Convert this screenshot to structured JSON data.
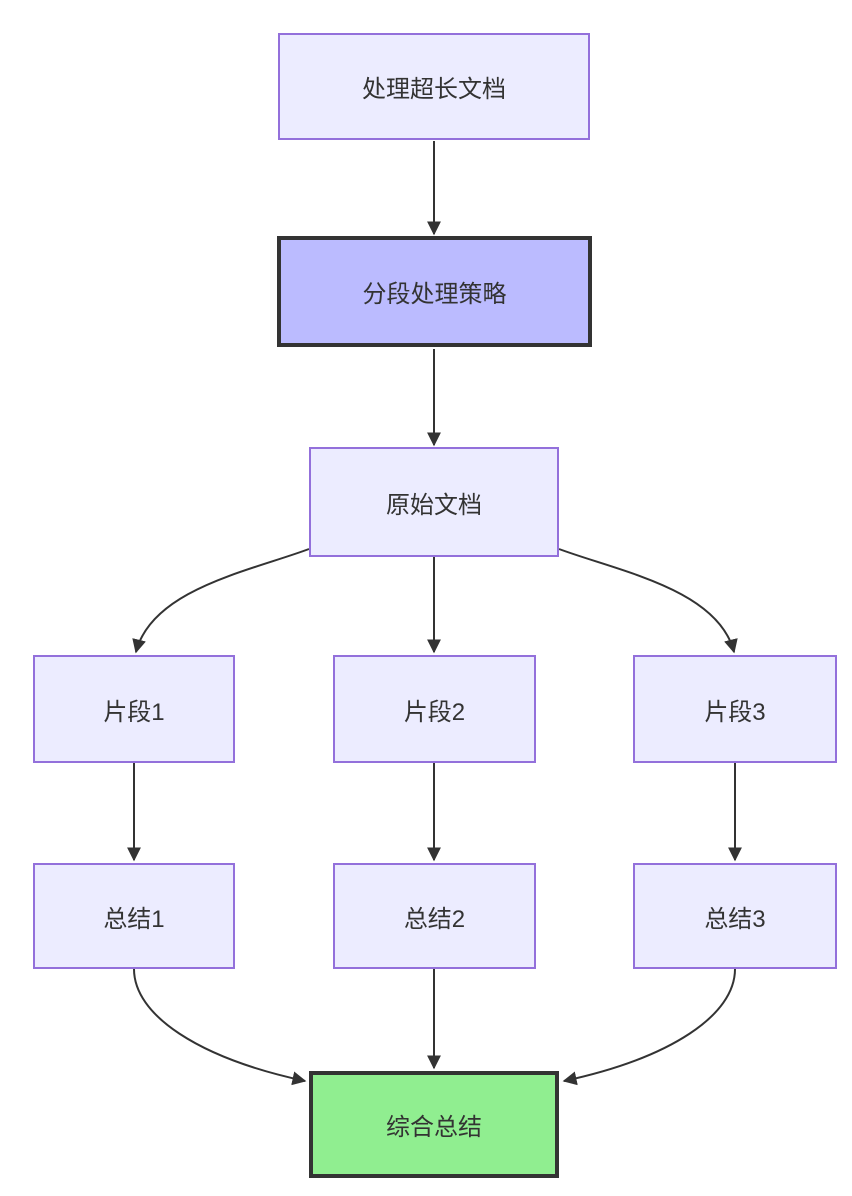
{
  "diagram": {
    "type": "flowchart",
    "direction": "top-down",
    "nodes": [
      {
        "label": "处理超长文档",
        "style": "default"
      },
      {
        "label": "分段处理策略",
        "style": "emphasis"
      },
      {
        "label": "原始文档",
        "style": "default"
      },
      {
        "label": "片段1",
        "style": "default"
      },
      {
        "label": "片段2",
        "style": "default"
      },
      {
        "label": "片段3",
        "style": "default"
      },
      {
        "label": "总结1",
        "style": "default"
      },
      {
        "label": "总结2",
        "style": "default"
      },
      {
        "label": "总结3",
        "style": "default"
      },
      {
        "label": "综合总结",
        "style": "success"
      }
    ],
    "edges": [
      {
        "from": "处理超长文档",
        "to": "分段处理策略"
      },
      {
        "from": "分段处理策略",
        "to": "原始文档"
      },
      {
        "from": "原始文档",
        "to": "片段1"
      },
      {
        "from": "原始文档",
        "to": "片段2"
      },
      {
        "from": "原始文档",
        "to": "片段3"
      },
      {
        "from": "片段1",
        "to": "总结1"
      },
      {
        "from": "片段2",
        "to": "总结2"
      },
      {
        "from": "片段3",
        "to": "总结3"
      },
      {
        "from": "总结1",
        "to": "综合总结"
      },
      {
        "from": "总结2",
        "to": "综合总结"
      },
      {
        "from": "总结3",
        "to": "综合总结"
      }
    ],
    "colors": {
      "node_fill": "#ECECFF",
      "node_border": "#9370DB",
      "emphasis_fill": "#BBBBFF",
      "emphasis_border": "#333333",
      "success_fill": "#90EE90",
      "success_border": "#333333",
      "edge": "#333333",
      "text": "#333333",
      "background": "#FFFFFF"
    }
  }
}
